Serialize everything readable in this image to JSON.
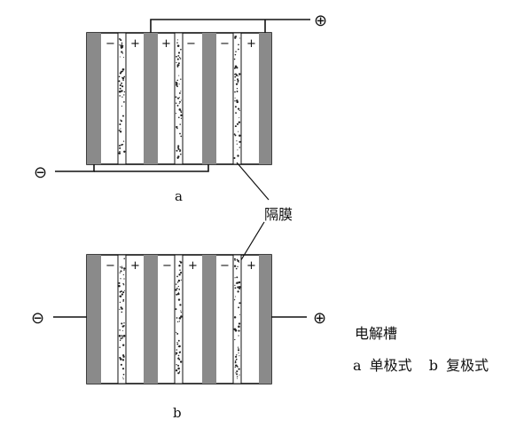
{
  "figure": {
    "label_a": "a",
    "label_b": "b",
    "membrane_label": "隔膜",
    "caption_title": "电解槽",
    "caption_a_letter": "a",
    "caption_a_text": "单极式",
    "caption_b_letter": "b",
    "caption_b_text": "复极式"
  },
  "symbols": {
    "minus": "−",
    "plus": "+",
    "terminal_minus": "⊖",
    "terminal_plus": "⊕"
  },
  "colors": {
    "electrode_gray": "#8a8a8a",
    "ink": "#111111",
    "membrane_dot": "#222222"
  }
}
